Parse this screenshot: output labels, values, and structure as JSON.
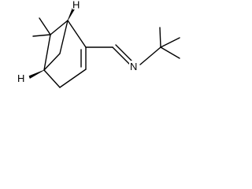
{
  "molecule": {
    "atoms": {
      "h_top": "H",
      "h_left": "H",
      "nitrogen": "N"
    }
  }
}
